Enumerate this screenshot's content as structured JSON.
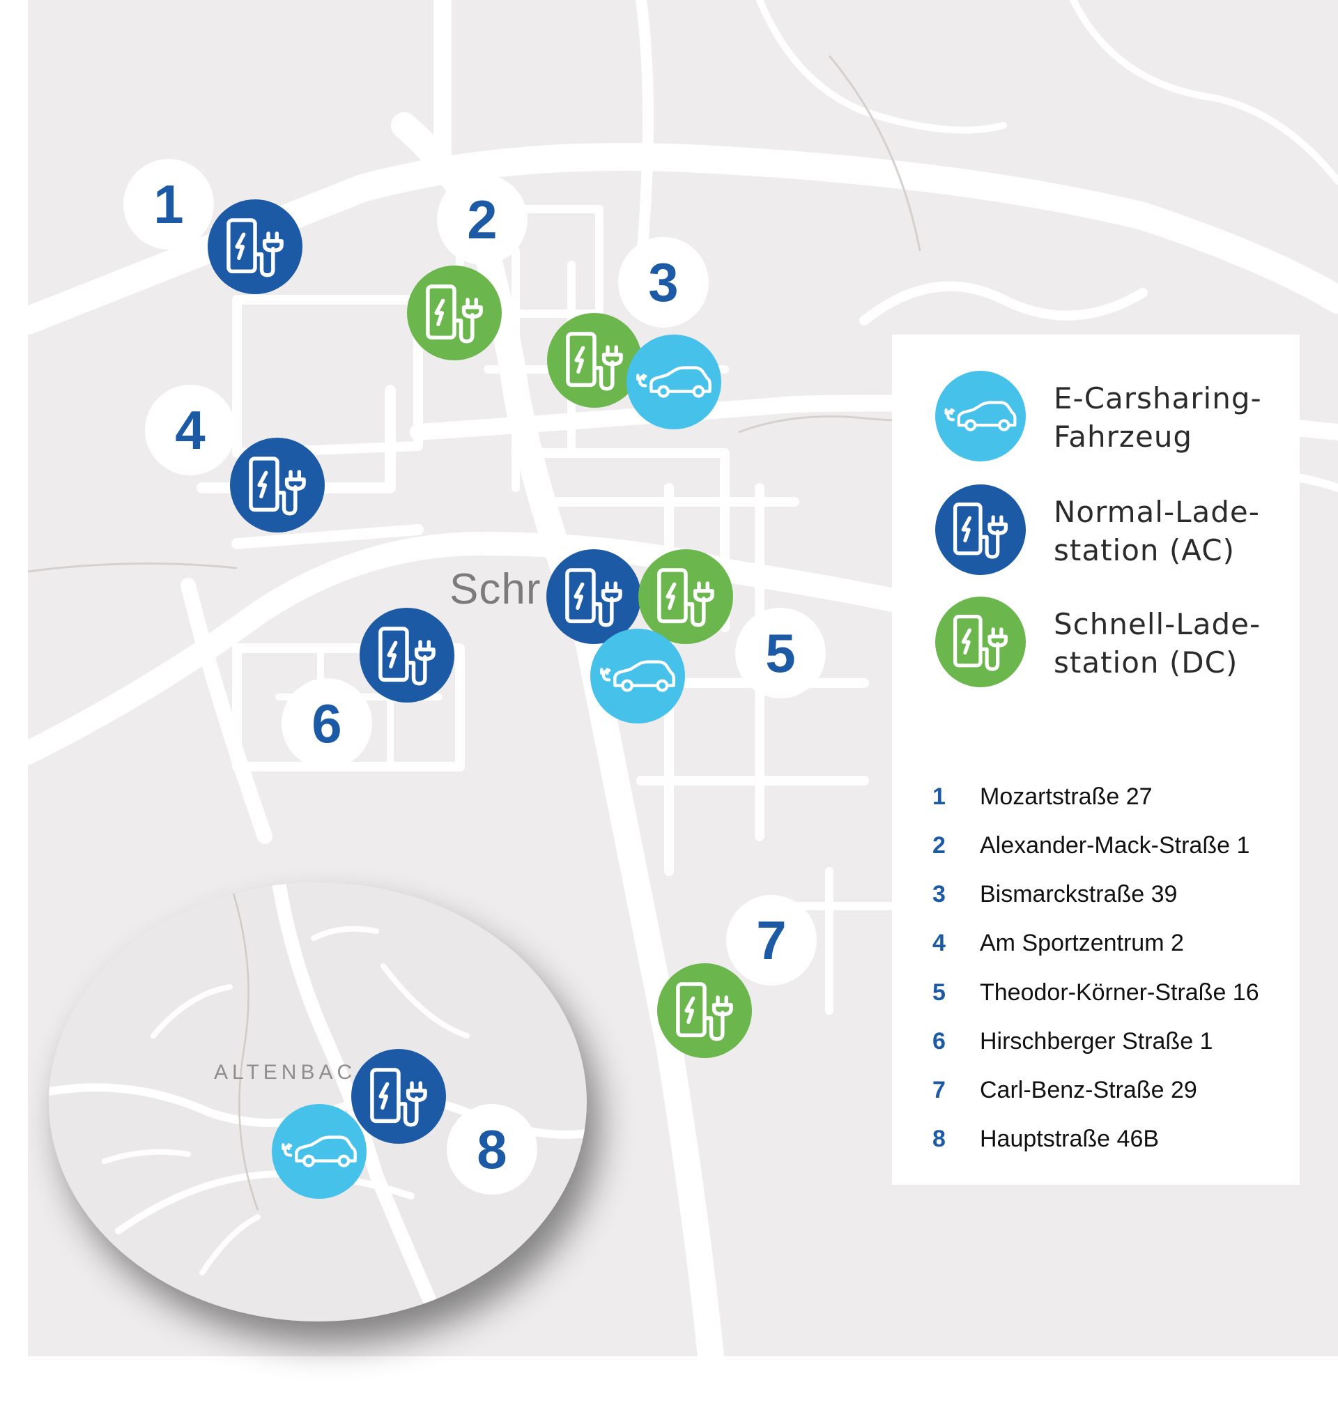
{
  "map": {
    "city_label": "Schr",
    "inset_label": "ALTENBAC"
  },
  "icons": {
    "normal": "ev-charger-ac-icon",
    "fast": "ev-charger-dc-icon",
    "carsharing": "electric-car-icon"
  },
  "colors": {
    "normal": "#1c5aa5",
    "fast": "#6bb74e",
    "carsharing": "#45c1ea",
    "number": "#1c5aa5"
  },
  "map_numbers": [
    "1",
    "2",
    "3",
    "4",
    "5",
    "6",
    "7",
    "8"
  ],
  "legend": {
    "items": [
      {
        "type": "carsharing",
        "line1": "E-Carsharing-",
        "line2": "Fahrzeug"
      },
      {
        "type": "normal",
        "line1": "Normal-Lade-",
        "line2": "station (AC)"
      },
      {
        "type": "fast",
        "line1": "Schnell-Lade-",
        "line2": "station (DC)"
      }
    ],
    "addresses": [
      {
        "num": "1",
        "street": "Mozartstraße 27"
      },
      {
        "num": "2",
        "street": "Alexander-Mack-Straße 1"
      },
      {
        "num": "3",
        "street": "Bismarckstraße 39"
      },
      {
        "num": "4",
        "street": "Am Sportzentrum 2"
      },
      {
        "num": "5",
        "street": "Theodor-Körner-Straße 16"
      },
      {
        "num": "6",
        "street": "Hirschberger Straße 1"
      },
      {
        "num": "7",
        "street": "Carl-Benz-Straße 29"
      },
      {
        "num": "8",
        "street": "Hauptstraße 46B"
      }
    ]
  }
}
